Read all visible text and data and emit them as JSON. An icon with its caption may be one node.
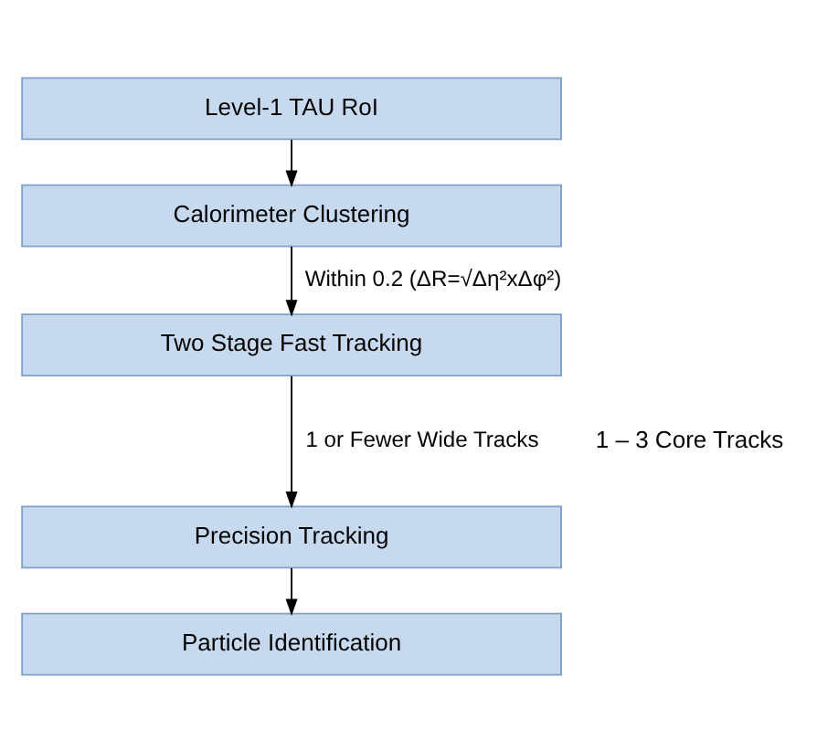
{
  "diagram": {
    "nodes": [
      {
        "text": [
          "Level-1 TAU RoI"
        ]
      },
      {
        "text": [
          "Calorimeter Clustering"
        ]
      },
      {
        "text": [
          "Two Stage Fast Tracking"
        ]
      },
      {
        "text": [
          "Precision Tracking"
        ]
      },
      {
        "text": [
          "Particle Identification"
        ]
      }
    ],
    "edges": [
      {
        "from": 0,
        "to": 1,
        "arrow": "to"
      },
      {
        "from": 1,
        "to": 2,
        "arrow": "to",
        "label": "Within 0.2 (ΔR=√Δη²xΔφ²)"
      },
      {
        "from": 2,
        "to": 3,
        "arrow": "to",
        "label": "1 or Fewer Wide Tracks"
      },
      {
        "from": 3,
        "to": 4,
        "arrow": "to"
      }
    ],
    "labels": [
      "1 – 3 Core Tracks"
    ]
  }
}
